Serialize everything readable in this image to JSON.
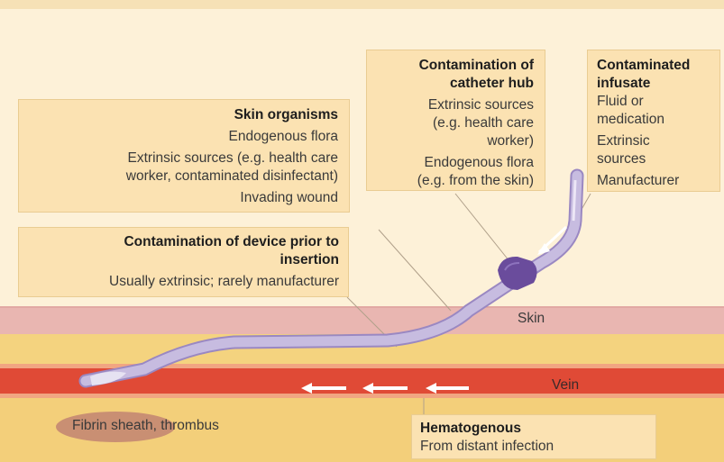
{
  "skin_organisms": {
    "title": "Skin organisms",
    "lines": [
      "Endogenous flora",
      "Extrinsic sources (e.g. health care",
      "worker, contaminated disinfectant)",
      "Invading wound"
    ]
  },
  "catheter_hub": {
    "title_line1": "Contamination of",
    "title_line2": "catheter hub",
    "lines": [
      "Extrinsic sources",
      "(e.g. health care",
      "worker)",
      "Endogenous flora",
      "(e.g. from the skin)"
    ]
  },
  "infusate": {
    "title_line1": "Contaminated",
    "title_line2": "infusate",
    "lines": [
      "Fluid or",
      "medication",
      "Extrinsic",
      "sources",
      "Manufacturer"
    ]
  },
  "device": {
    "title_line1": "Contamination of device prior to",
    "title_line2": "insertion",
    "text": "Usually extrinsic; rarely manufacturer"
  },
  "hematogenous": {
    "title": "Hematogenous",
    "text": "From distant infection"
  },
  "labels": {
    "skin": "Skin",
    "vein": "Vein",
    "fibrin": "Fibrin sheath, thrombus"
  },
  "colors": {
    "background": "#fdf1d8",
    "box": "#fbe2b2",
    "skin_band": "#e9b6b1",
    "tissue": "#f4d37f",
    "vein": "#e04a36",
    "catheter": "#b6a8d4",
    "hub": "#6a4c9c",
    "fibrin_highlight": "#c98f73"
  }
}
